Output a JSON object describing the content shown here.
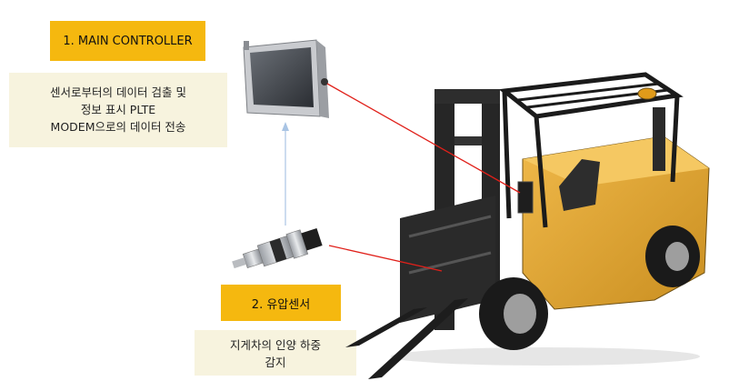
{
  "controller": {
    "title": "1. MAIN CONTROLLER",
    "desc_lines": [
      "센서로부터의 데이터 검출 및",
      "정보 표시 PLTE",
      "MODEM으로의  데이터 전송"
    ]
  },
  "sensor": {
    "title": "2. 유압센서",
    "desc_lines": [
      "지게차의 인양 하중",
      "감지"
    ]
  },
  "colors": {
    "label_fill": "#f5b80f",
    "desc_fill": "#f7f3de",
    "pointer_line": "#e0201a",
    "flow_arrow": "#a9c4e4",
    "forklift_body": "#e1a93a"
  }
}
